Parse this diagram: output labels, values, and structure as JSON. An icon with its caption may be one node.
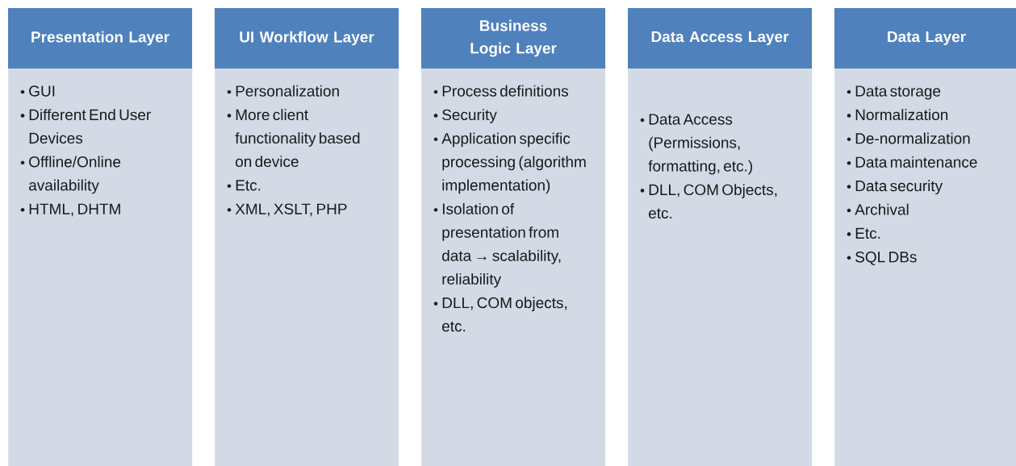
{
  "diagram": {
    "nodes": [
      {
        "text": [
          "Presentation Layer",
          "GUI",
          "Different End User Devices",
          "Offline/Online availability",
          "HTML, DHTM"
        ]
      },
      {
        "text": [
          "UI Workflow Layer",
          "Personalization",
          "More client functionality based on device",
          "Etc.",
          "XML, XSLT, PHP"
        ]
      },
      {
        "text": [
          "Business Logic Layer",
          "Process definitions",
          "Security",
          "Application specific processing (algorithm implementation)",
          "Isolation of presentation from data → scalability, reliability",
          "DLL, COM objects, etc."
        ]
      },
      {
        "text": [
          "Data Access Layer",
          "Data Access (Permissions, formatting, etc.)",
          "DLL, COM Objects, etc."
        ]
      },
      {
        "text": [
          "Data Layer",
          "Data storage",
          "Normalization",
          "De-normalization",
          "Data maintenance",
          "Data security",
          "Archival",
          "Etc.",
          "SQL DBs"
        ]
      }
    ]
  }
}
